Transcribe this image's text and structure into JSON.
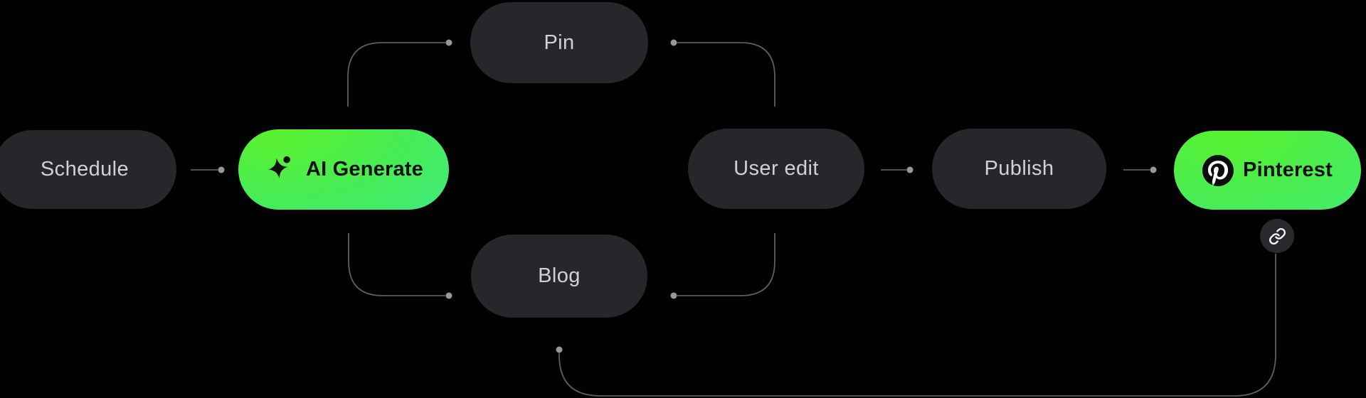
{
  "diagram": {
    "title": "content automation workflow",
    "background": "#010101",
    "nodes": [
      {
        "id": "schedule",
        "label": "Schedule",
        "style": "default"
      },
      {
        "id": "ai-generate",
        "label": "AI Generate",
        "style": "accent-green",
        "icon": "sparkle-icon"
      },
      {
        "id": "pin",
        "label": "Pin",
        "style": "default"
      },
      {
        "id": "blog",
        "label": "Blog",
        "style": "default"
      },
      {
        "id": "user-edit",
        "label": "User edit",
        "style": "default"
      },
      {
        "id": "publish",
        "label": "Publish",
        "style": "default"
      },
      {
        "id": "pinterest",
        "label": "Pinterest",
        "style": "accent-green",
        "icon": "pinterest-logo-icon"
      }
    ],
    "edges": [
      {
        "from": "schedule",
        "to": "ai-generate",
        "shape": "straight"
      },
      {
        "from": "ai-generate",
        "to": "pin",
        "shape": "elbow-up"
      },
      {
        "from": "ai-generate",
        "to": "blog",
        "shape": "elbow-down"
      },
      {
        "from": "pin",
        "to": "user-edit",
        "shape": "elbow-down"
      },
      {
        "from": "blog",
        "to": "user-edit",
        "shape": "elbow-up"
      },
      {
        "from": "user-edit",
        "to": "publish",
        "shape": "straight"
      },
      {
        "from": "publish",
        "to": "pinterest",
        "shape": "straight"
      },
      {
        "from": "pinterest",
        "to": "blog",
        "shape": "feedback-loop-bottom",
        "via": "link-button"
      }
    ],
    "colors": {
      "node_bg": "#25272b",
      "node_text": "#cfd1d4",
      "accent_gradient_start": "#5bf22c",
      "accent_gradient_end": "#3ee98c",
      "accent_text": "#0b100b",
      "edge_line": "#5e5e60",
      "edge_dot": "#98989b",
      "link_button_bg": "#27292d",
      "link_icon": "#ffffff"
    }
  }
}
